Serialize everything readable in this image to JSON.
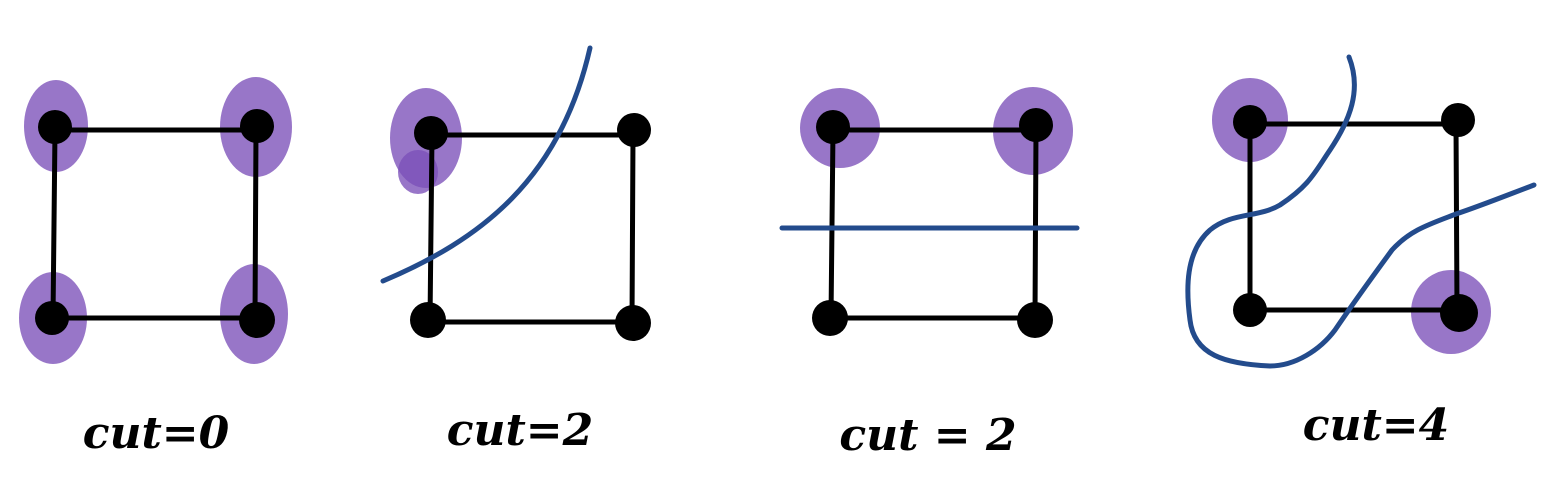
{
  "panels": [
    {
      "caption": "cut=0",
      "nodes": [
        {
          "id": "top-left",
          "selected": true
        },
        {
          "id": "top-right",
          "selected": true
        },
        {
          "id": "bottom-left",
          "selected": true
        },
        {
          "id": "bottom-right",
          "selected": true
        }
      ],
      "cut_edges": 0
    },
    {
      "caption": "cut=2",
      "nodes": [
        {
          "id": "top-left",
          "selected": true
        },
        {
          "id": "top-right",
          "selected": false
        },
        {
          "id": "bottom-left",
          "selected": false
        },
        {
          "id": "bottom-right",
          "selected": false
        }
      ],
      "cut_edges": 2
    },
    {
      "caption": "cut = 2",
      "nodes": [
        {
          "id": "top-left",
          "selected": true
        },
        {
          "id": "top-right",
          "selected": true
        },
        {
          "id": "bottom-left",
          "selected": false
        },
        {
          "id": "bottom-right",
          "selected": false
        }
      ],
      "cut_edges": 2
    },
    {
      "caption": "cut=4",
      "nodes": [
        {
          "id": "top-left",
          "selected": true
        },
        {
          "id": "top-right",
          "selected": false
        },
        {
          "id": "bottom-left",
          "selected": false
        },
        {
          "id": "bottom-right",
          "selected": true
        }
      ],
      "cut_edges": 4
    }
  ],
  "colors": {
    "edge": "#000000",
    "node": "#000000",
    "highlight": "#7b4fb8",
    "cut_line": "#234b8c"
  }
}
